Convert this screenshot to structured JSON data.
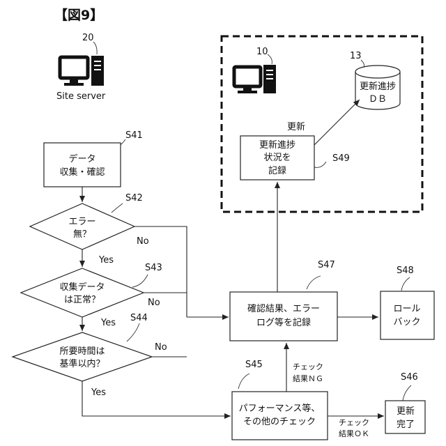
{
  "figure_label": "【図9】",
  "site_server": {
    "ref": "20",
    "label": "Site server"
  },
  "terminal": {
    "ref": "10"
  },
  "database": {
    "ref": "13",
    "line1": "更新進捗",
    "line2": "ＤＢ"
  },
  "steps": {
    "s41": {
      "ref": "S41",
      "line1": "データ",
      "line2": "収集・確認"
    },
    "s42": {
      "ref": "S42",
      "line1": "エラー",
      "line2": "無？",
      "yes": "Yes",
      "no": "No"
    },
    "s43": {
      "ref": "S43",
      "line1": "収集データ",
      "line2": "は正常？",
      "yes": "Yes",
      "no": "No"
    },
    "s44": {
      "ref": "S44",
      "line1": "所要時間は",
      "line2": "基準以内？",
      "yes": "Yes",
      "no": "No"
    },
    "s45": {
      "ref": "S45",
      "line1": "パフォーマンス等、",
      "line2": "その他のチェック"
    },
    "s46": {
      "ref": "S46",
      "line1": "更新",
      "line2": "完了"
    },
    "s47": {
      "ref": "S47",
      "line1": "確認結果、エラー",
      "line2": "ログ等を記録"
    },
    "s48": {
      "ref": "S48",
      "line1": "ロール",
      "line2": "バック"
    },
    "s49": {
      "ref": "S49",
      "line1": "更新進捗",
      "line2": "状況を",
      "line3": "記録"
    }
  },
  "edges": {
    "update": "更新",
    "check_ng_1": "チェック",
    "check_ng_2": "結果ＮＧ",
    "check_ok_1": "チェック",
    "check_ok_2": "結果ＯＫ"
  }
}
